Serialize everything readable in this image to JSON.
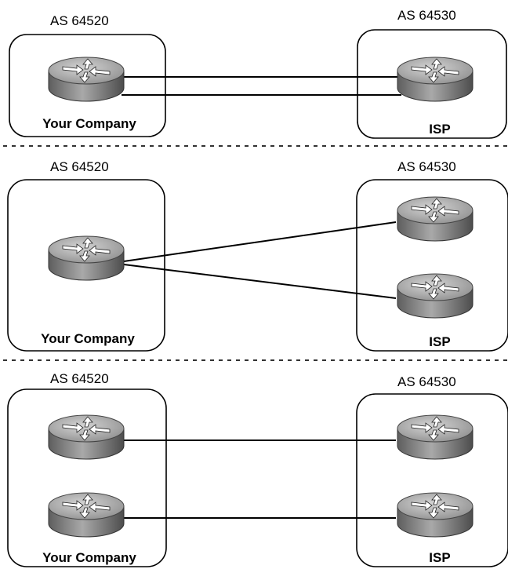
{
  "panels": [
    {
      "left": {
        "as_label": "AS 64520",
        "box_label": "Your Company"
      },
      "right": {
        "as_label": "AS 64530",
        "box_label": "ISP"
      }
    },
    {
      "left": {
        "as_label": "AS 64520",
        "box_label": "Your Company"
      },
      "right": {
        "as_label": "AS 64530",
        "box_label": "ISP"
      }
    },
    {
      "left": {
        "as_label": "AS 64520",
        "box_label": "Your Company"
      },
      "right": {
        "as_label": "AS 64530",
        "box_label": "ISP"
      }
    }
  ],
  "icons": {
    "router": "router-icon"
  },
  "colors": {
    "router_body": "#8a8a8a",
    "router_top": "#b5b5b5",
    "line": "#000000"
  }
}
